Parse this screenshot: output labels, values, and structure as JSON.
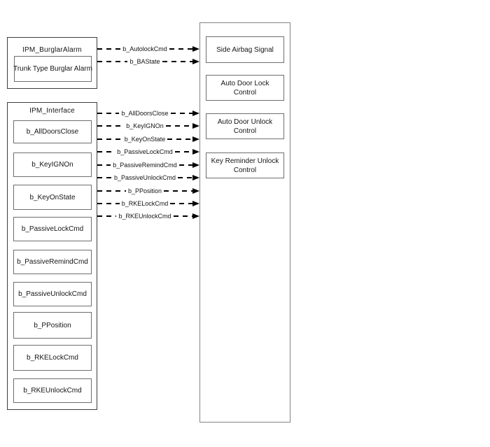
{
  "diagram": {
    "source_blocks": [
      {
        "title": "IPM_BurglarAlarm",
        "ports": [
          "Trunk Type Burglar Alarm"
        ]
      },
      {
        "title": "IPM_Interface",
        "ports": [
          "b_AllDoorsClose",
          "b_KeyIGNOn",
          "b_KeyOnState",
          "b_PassiveLockCmd",
          "b_PassiveRemindCmd",
          "b_PassiveUnlockCmd",
          "b_PPosition",
          "b_RKELockCmd",
          "b_RKEUnlockCmd"
        ]
      }
    ],
    "signals": [
      "b_AutolockCmd",
      "b_BAState",
      "b_AllDoorsClose",
      "b_KeyIGNOn",
      "b_KeyOnState",
      "b_PassiveLockCmd",
      "b_PassiveRemindCmd",
      "b_PassiveUnlockCmd",
      "b_PPosition",
      "b_RKELockCmd",
      "b_RKEUnlockCmd"
    ],
    "target_blocks": [
      "Side Airbag Signal",
      "Auto Door Lock Control",
      "Auto Door Unlock Control",
      "Key Reminder Unlock Control"
    ],
    "colors": {
      "line": "#000000",
      "outer_border": "#3c3c3c",
      "inner_border": "#6e6e6e",
      "container_border": "#848484",
      "text": "#141414"
    }
  }
}
